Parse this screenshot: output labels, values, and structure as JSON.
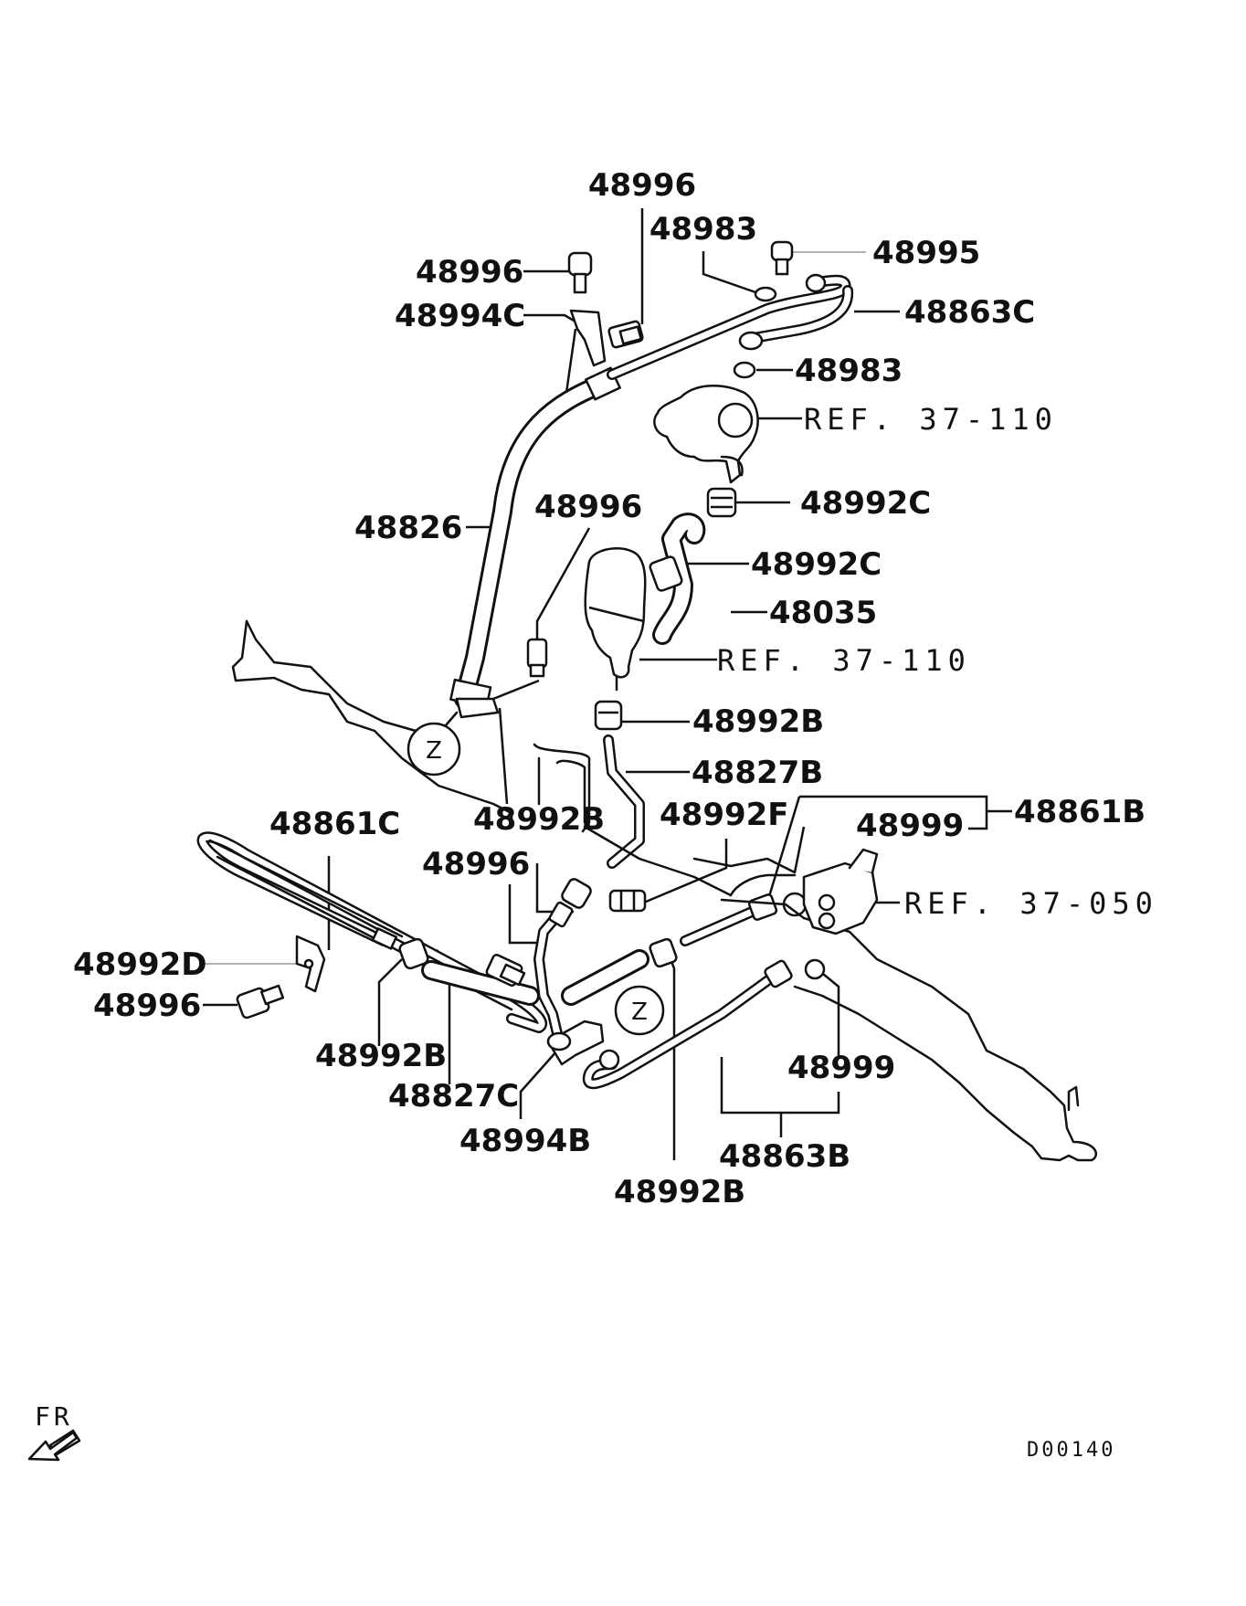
{
  "parts": {
    "p_48996_top": "48996",
    "p_48983_top": "48983",
    "p_48995": "48995",
    "p_48996_left": "48996",
    "p_48994C": "48994C",
    "p_48863C": "48863C",
    "p_48983_mid": "48983",
    "p_48992C_a": "48992C",
    "p_48826": "48826",
    "p_48996_mid": "48996",
    "p_48992C_b": "48992C",
    "p_48035": "48035",
    "p_48992B_a": "48992B",
    "p_48827B": "48827B",
    "p_48861C": "48861C",
    "p_48992B_b": "48992B",
    "p_48992F": "48992F",
    "p_48999_a": "48999",
    "p_48861B": "48861B",
    "p_48996_low": "48996",
    "p_48992D": "48992D",
    "p_48996_bl": "48996",
    "p_48992B_c": "48992B",
    "p_48827C": "48827C",
    "p_48994B": "48994B",
    "p_48999_b": "48999",
    "p_48863B": "48863B",
    "p_48992B_d": "48992B"
  },
  "refs": {
    "ref_pump": "REF. 37-110",
    "ref_reservoir": "REF. 37-110",
    "ref_gear": "REF. 37-050"
  },
  "markers": {
    "z_upper": "Z",
    "z_lower": "Z"
  },
  "direction": "FR",
  "diagram_code": "D00140"
}
